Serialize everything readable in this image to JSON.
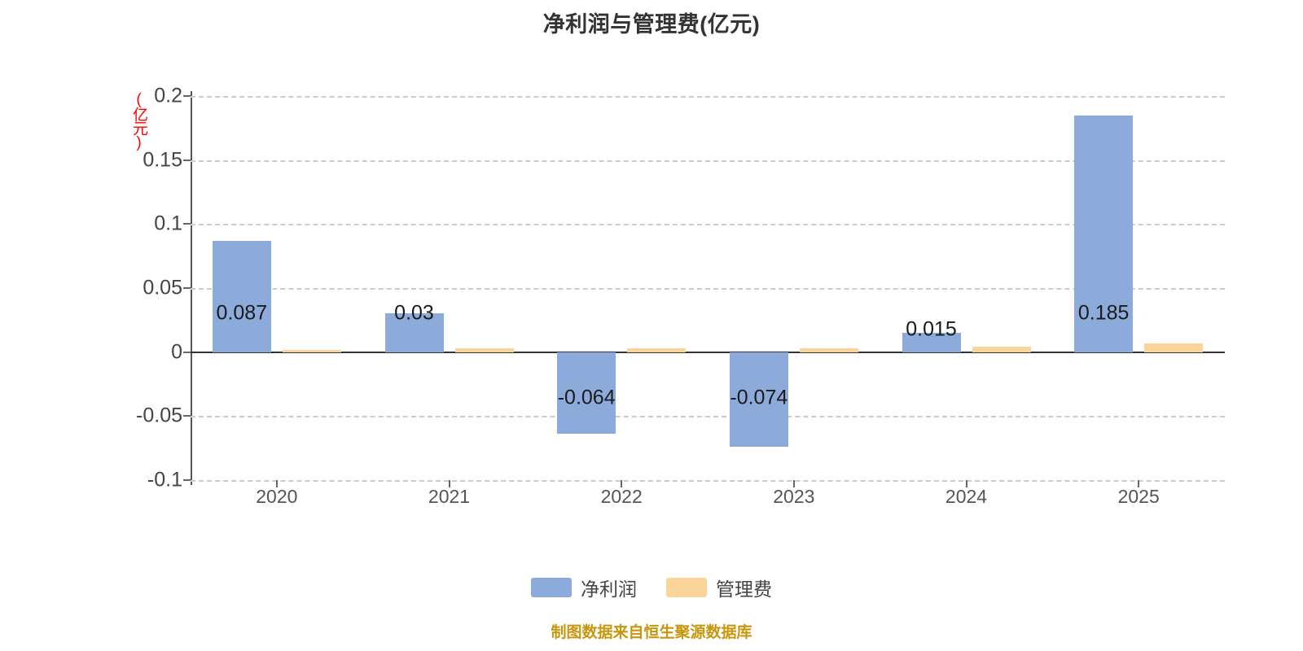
{
  "header": {
    "title": "净利润与管理费(亿元)"
  },
  "axes": {
    "y_unit_label": "(亿元)",
    "y_unit_color": "#ff0000",
    "y_ticks": [
      "0.2",
      "0.15",
      "0.1",
      "0.05",
      "0",
      "-0.05",
      "-0.1"
    ],
    "x_ticks": [
      "2020",
      "2021",
      "2022",
      "2023",
      "2024",
      "2025"
    ]
  },
  "legend": {
    "items": [
      {
        "label": "净利润",
        "color": "#8cabdb"
      },
      {
        "label": "管理费",
        "color": "#fbd49a"
      }
    ]
  },
  "footer": {
    "note": "制图数据来自恒生聚源数据库",
    "color": "#c8960c"
  },
  "bar_labels": {
    "net": [
      "0.087",
      "0.03",
      "-0.064",
      "-0.074",
      "0.015",
      "0.185"
    ]
  },
  "chart_data": {
    "type": "bar",
    "title": "净利润与管理费(亿元)",
    "xlabel": "",
    "ylabel": "(亿元)",
    "categories": [
      "2020",
      "2021",
      "2022",
      "2023",
      "2024",
      "2025"
    ],
    "series": [
      {
        "name": "净利润",
        "color": "#8cabdb",
        "values": [
          0.087,
          0.03,
          -0.064,
          -0.074,
          0.015,
          0.185
        ],
        "labels": [
          "0.087",
          "0.03",
          "-0.064",
          "-0.074",
          "0.015",
          "0.185"
        ]
      },
      {
        "name": "管理费",
        "color": "#fbd49a",
        "values": [
          0.002,
          0.003,
          0.003,
          0.003,
          0.004,
          0.007
        ],
        "labels": [
          "",
          "",
          "",
          "",
          "",
          ""
        ]
      }
    ],
    "ylim": [
      -0.1,
      0.2
    ],
    "ytick_values": [
      0.2,
      0.15,
      0.1,
      0.05,
      0,
      -0.05,
      -0.1
    ],
    "grid": true,
    "grid_style": "dashed-horizontal",
    "legend_position": "bottom"
  }
}
